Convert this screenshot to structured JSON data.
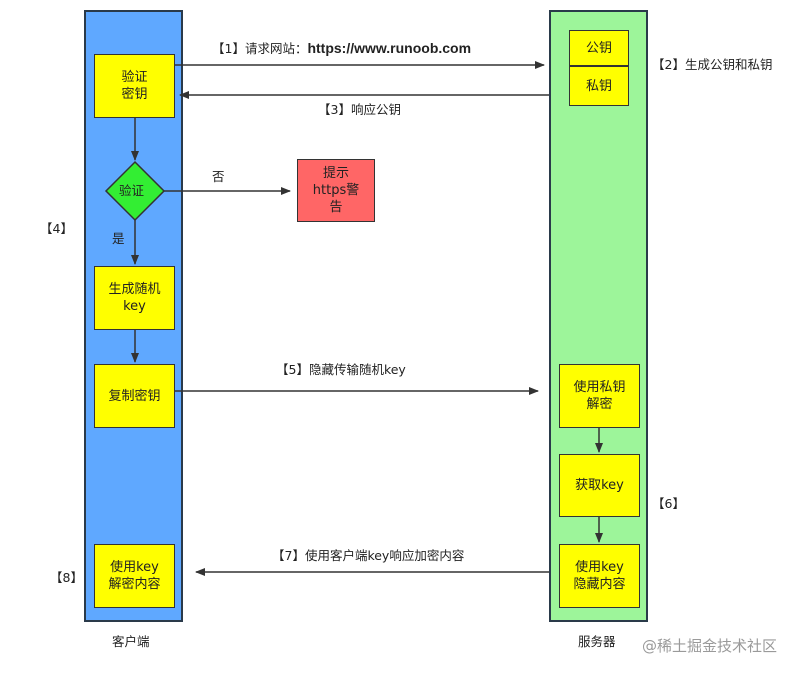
{
  "lanes": {
    "client": "客户端",
    "server": "服务器"
  },
  "client_boxes": {
    "verify_key": "验证\n密钥",
    "decision": "验证",
    "gen_key": "生成随机\nkey",
    "copy_key": "复制密钥",
    "decrypt": "使用key\n解密内容"
  },
  "server_boxes": {
    "public_key": "公钥",
    "private_key": "私钥",
    "decrypt_private": "使用私钥\n解密",
    "get_key": "获取key",
    "encrypt": "使用key\n隐藏内容"
  },
  "warning_box": "提示\nhttps警\n告",
  "labels": {
    "step1_prefix": "【1】请求网站：",
    "step1_url": "https://www.runoob.com",
    "step2": "【2】生成公钥和私钥",
    "step3": "【3】响应公钥",
    "step4": "【4】",
    "no": "否",
    "yes": "是",
    "step5": "【5】隐藏传输随机key",
    "step6": "【6】",
    "step7": "【7】使用客户端key响应加密内容",
    "step8": "【8】"
  },
  "watermark": "@稀土掘金技术社区",
  "colors": {
    "client_lane": "#5fa8ff",
    "server_lane": "#9df59a",
    "box": "#ffff00",
    "decision": "#33ee33",
    "warning": "#ff6666"
  }
}
